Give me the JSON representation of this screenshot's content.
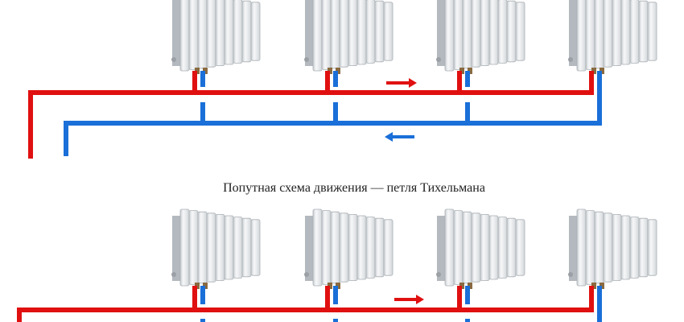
{
  "caption": "Попутная схема движения — петля Тихельмана",
  "colors": {
    "supply": "#e01010",
    "return": "#1a6fd8",
    "radiator": "#e9ecee"
  },
  "diagrams": [
    {
      "name": "top-scheme",
      "radiator_count": 4,
      "supply_arrow": "right",
      "return_arrow": "left"
    },
    {
      "name": "bottom-scheme",
      "radiator_count": 4,
      "supply_arrow": "right"
    }
  ]
}
